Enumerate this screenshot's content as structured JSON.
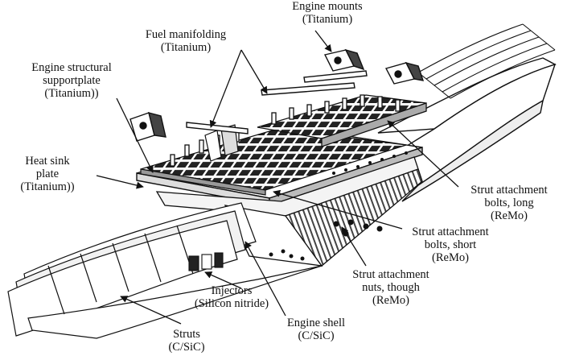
{
  "figure": {
    "labels": {
      "engine_mounts": {
        "line1": "Engine mounts",
        "line2": "(Titanium)"
      },
      "fuel_manifolding": {
        "line1": "Fuel manifolding",
        "line2": "(Titanium)"
      },
      "engine_support_plate": {
        "line1": "Engine structural",
        "line2": "supportplate",
        "line3": "(Titanium))"
      },
      "heat_sink_plate": {
        "line1": "Heat sink",
        "line2": "plate",
        "line3": "(Titanium))"
      },
      "strut_bolts_long": {
        "line1": "Strut attachment",
        "line2": "bolts, long",
        "line3": "(ReMo)"
      },
      "strut_bolts_short": {
        "line1": "Strut attachment",
        "line2": "bolts, short",
        "line3": "(ReMo)"
      },
      "strut_nuts": {
        "line1": "Strut attachment",
        "line2": "nuts, though",
        "line3": "(ReMo)"
      },
      "injectors": {
        "line1": "Injectors",
        "line2": "(Silicon nitride)"
      },
      "engine_shell": {
        "line1": "Engine shell",
        "line2": "(C/SiC)"
      },
      "struts": {
        "line1": "Struts",
        "line2": "(C/SiC)"
      }
    },
    "colors": {
      "ink": "#111111",
      "paper": "#ffffff",
      "shade": "#555555"
    }
  }
}
